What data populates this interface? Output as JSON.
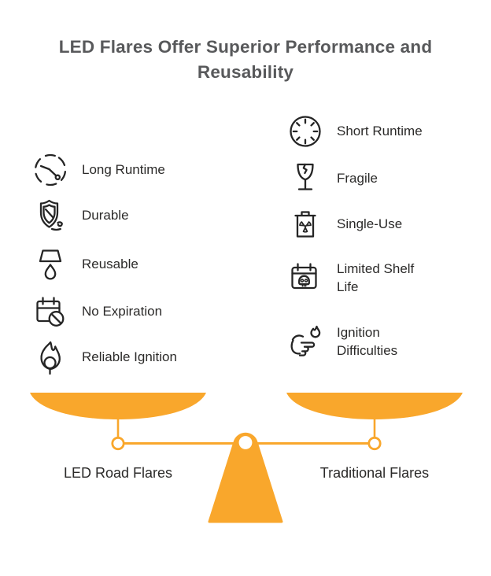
{
  "title": "LED Flares Offer Superior Performance and\nReusability",
  "colors": {
    "accent_orange": "#F9A72C",
    "title_gray": "#58595B",
    "body_text": "#2B2A29",
    "icon_stroke": "#252525",
    "background": "#FFFFFF"
  },
  "left_column": {
    "label": "LED Road Flares",
    "items": [
      {
        "icon": "dashed-clock-icon",
        "label": "Long Runtime"
      },
      {
        "icon": "shield-wind-icon",
        "label": "Durable"
      },
      {
        "icon": "lamp-icon",
        "label": "Reusable"
      },
      {
        "icon": "calendar-ban-icon",
        "label": "No Expiration"
      },
      {
        "icon": "flame-bulb-icon",
        "label": "Reliable Ignition"
      }
    ]
  },
  "right_column": {
    "label": "Traditional Flares",
    "items": [
      {
        "icon": "clock-ticks-icon",
        "label": "Short Runtime"
      },
      {
        "icon": "cracked-glass-icon",
        "label": "Fragile"
      },
      {
        "icon": "radioactive-trash-icon",
        "label": "Single-Use"
      },
      {
        "icon": "calendar-skull-icon",
        "label": "Limited Shelf\nLife"
      },
      {
        "icon": "hand-flame-icon",
        "label": "Ignition\nDifficulties"
      }
    ]
  }
}
